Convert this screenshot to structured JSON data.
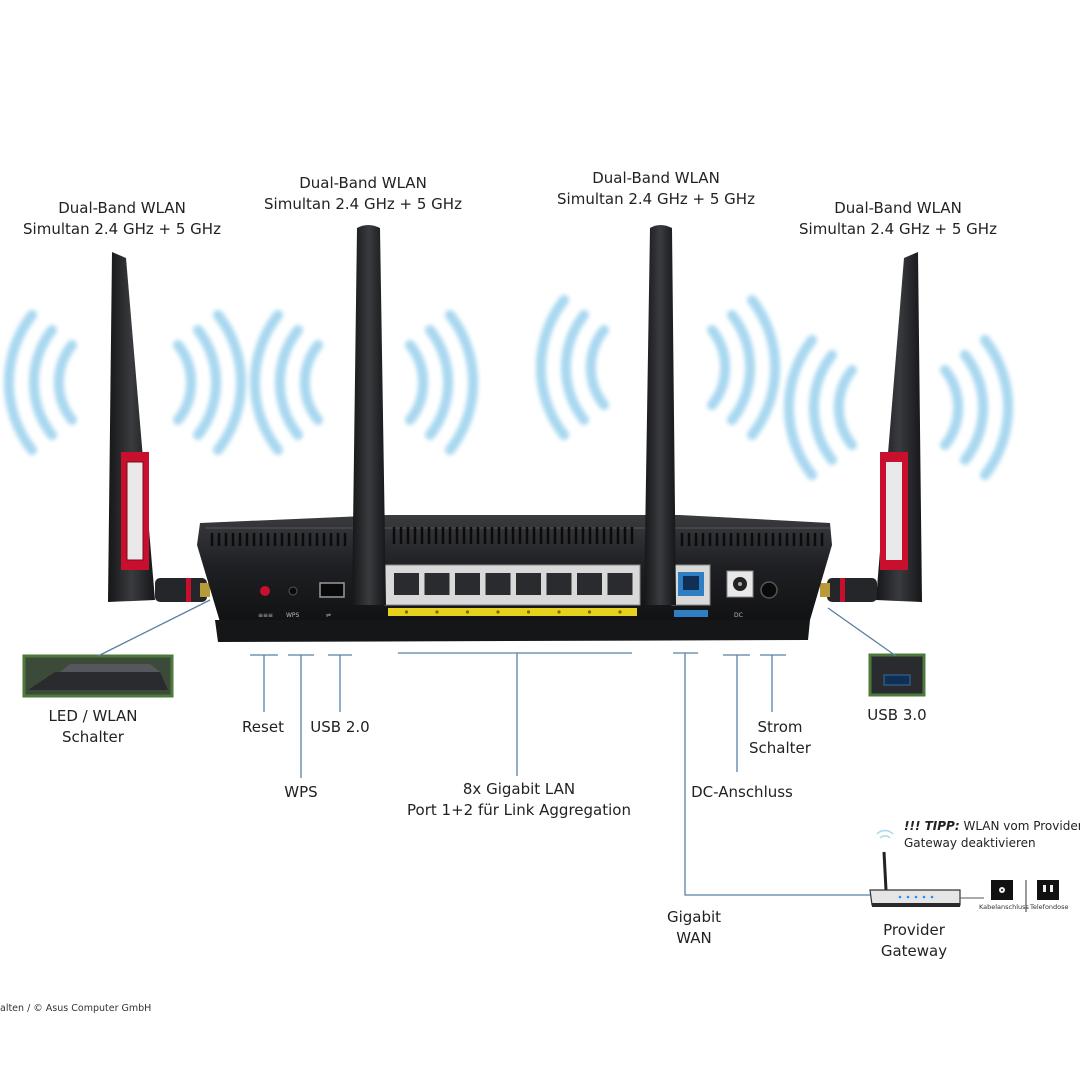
{
  "antennas": [
    {
      "line1": "Dual-Band WLAN",
      "line2": "Simultan 2.4 GHz + 5 GHz"
    },
    {
      "line1": "Dual-Band WLAN",
      "line2": "Simultan 2.4 GHz + 5 GHz"
    },
    {
      "line1": "Dual-Band WLAN",
      "line2": "Simultan 2.4 GHz + 5 GHz"
    },
    {
      "line1": "Dual-Band WLAN",
      "line2": "Simultan 2.4 GHz + 5 GHz"
    }
  ],
  "callouts": {
    "led_wlan": {
      "line1": "LED / WLAN",
      "line2": "Schalter"
    },
    "reset": "Reset",
    "wps": "WPS",
    "usb2": "USB 2.0",
    "lan": {
      "line1": "8x Gigabit LAN",
      "line2": "Port 1+2 für Link Aggregation"
    },
    "wan": {
      "line1": "Gigabit",
      "line2": "WAN"
    },
    "dc": "DC-Anschluss",
    "power": {
      "line1": "Strom",
      "line2": "Schalter"
    },
    "usb3": "USB 3.0"
  },
  "tip": {
    "prefix": "!!! TIPP:",
    "line1": " WLAN vom Provider",
    "line2": "Gateway deaktivieren"
  },
  "gateway": {
    "line1": "Provider",
    "line2": "Gateway",
    "cable_label": "Kabelanschluss",
    "phone_label": "Telefondose"
  },
  "copyright": "alten / © Asus Computer GmbH",
  "colors": {
    "router_body": "#1e1f22",
    "accent_red": "#c8102e",
    "wave_blue": "#a9d8f0",
    "lan_strip": "#e6d21c",
    "wan_port": "#2e7fc1",
    "leader_line": "#5b7fa6"
  }
}
